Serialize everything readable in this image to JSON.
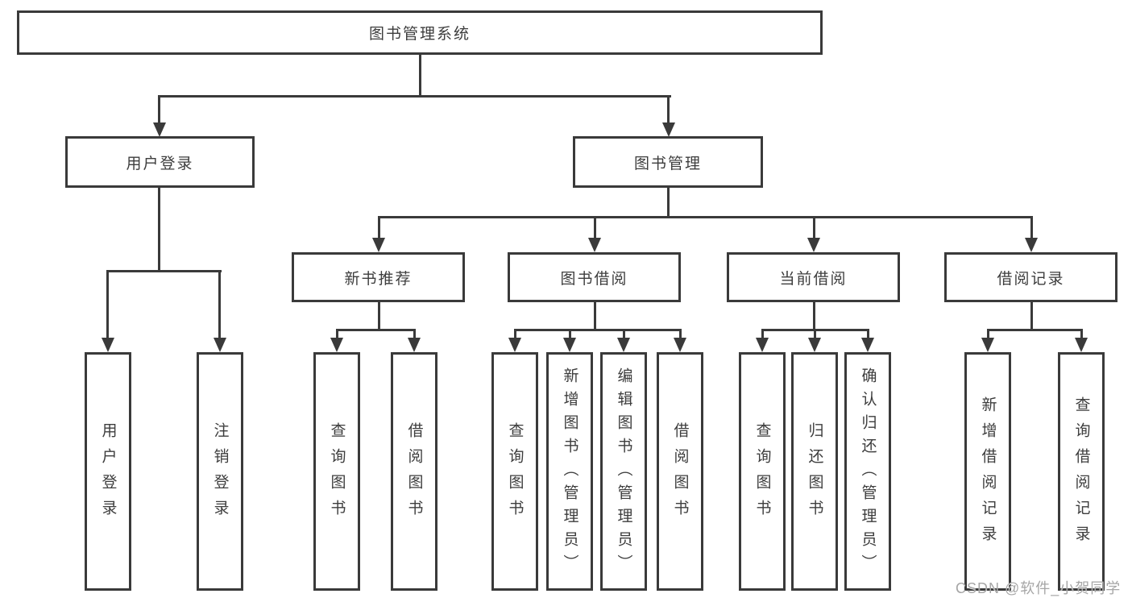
{
  "diagram": {
    "type": "tree",
    "root": {
      "label": "图书管理系统",
      "children": [
        {
          "label": "用户登录",
          "children": [
            {
              "label": "用户登录"
            },
            {
              "label": "注销登录"
            }
          ]
        },
        {
          "label": "图书管理",
          "children": [
            {
              "label": "新书推荐",
              "children": [
                {
                  "label": "查询图书"
                },
                {
                  "label": "借阅图书"
                }
              ]
            },
            {
              "label": "图书借阅",
              "children": [
                {
                  "label": "查询图书"
                },
                {
                  "label": "新增图书（管理员）"
                },
                {
                  "label": "编辑图书（管理员）"
                },
                {
                  "label": "借阅图书"
                }
              ]
            },
            {
              "label": "当前借阅",
              "children": [
                {
                  "label": "查询图书"
                },
                {
                  "label": "归还图书"
                },
                {
                  "label": "确认归还（管理员）"
                }
              ]
            },
            {
              "label": "借阅记录",
              "children": [
                {
                  "label": "新增借阅记录"
                },
                {
                  "label": "查询借阅记录"
                }
              ]
            }
          ]
        }
      ]
    }
  },
  "watermark": {
    "text": "CSDN @软件_小贺同学"
  },
  "colors": {
    "line": "#3a3a3a",
    "text": "#3d3d3d",
    "background": "#ffffff",
    "watermark": "#a6a6a6"
  }
}
